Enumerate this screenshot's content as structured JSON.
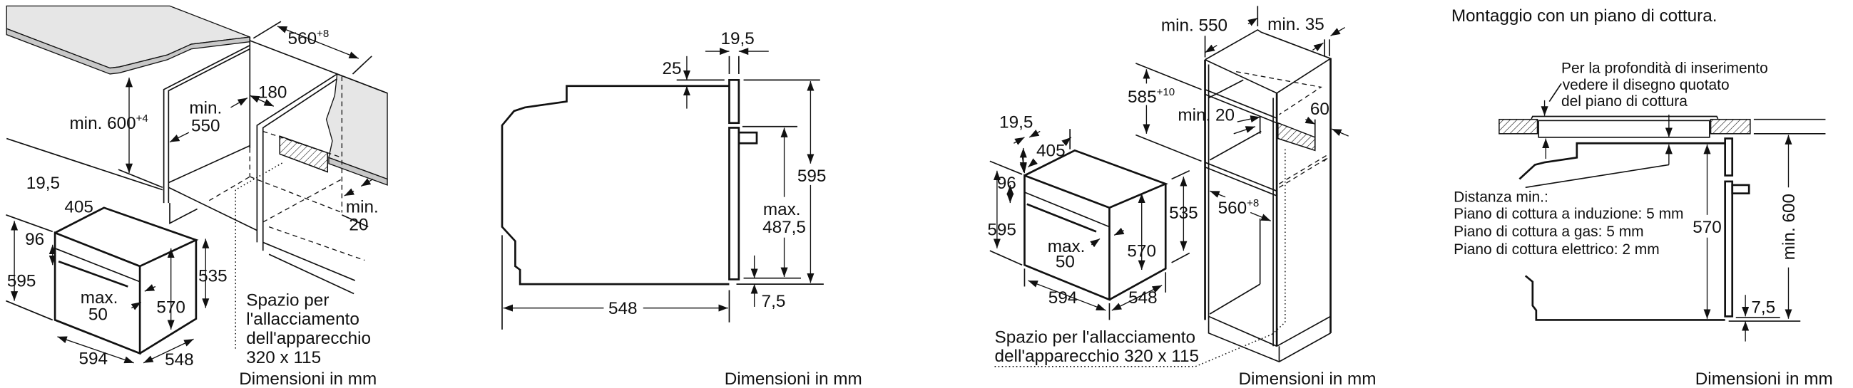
{
  "units_note": "Dimensioni in mm",
  "colors": {
    "line": "#111111",
    "worktop": "#e6e6e6",
    "worktop_edge": "#c8c8c8"
  },
  "panel1": {
    "d560": "560",
    "d560_tol": "+8",
    "d180": "180",
    "min550_a": "min.",
    "min550_b": "550",
    "min600": "min. 600",
    "min600_tol": "+4",
    "min20_a": "min.",
    "min20_b": "20",
    "d19_5": "19,5",
    "d405": "405",
    "d96": "96",
    "d595": "595",
    "max_a": "max.",
    "max_b": "50",
    "d570": "570",
    "d535": "535",
    "d594": "594",
    "d548": "548",
    "space": [
      "Spazio per",
      "l'allacciamento",
      "dell'apparecchio",
      "320 x 115"
    ],
    "units": "Dimensioni in mm"
  },
  "panel2": {
    "d19_5": "19,5",
    "d25": "25",
    "d595": "595",
    "max_a": "max.",
    "max_b": "487,5",
    "d7_5": "7,5",
    "d548": "548",
    "units": "Dimensioni in mm"
  },
  "panel3": {
    "min550": "min. 550",
    "min35": "min. 35",
    "d585": "585",
    "d585_tol": "+10",
    "min20": "min. 20",
    "d60": "60",
    "d560": "560",
    "d560_tol": "+8",
    "d19_5": "19,5",
    "d405": "405",
    "d96": "96",
    "d595": "595",
    "d535": "535",
    "max_a": "max.",
    "max_b": "50",
    "d570": "570",
    "d594": "594",
    "d548": "548",
    "space": [
      "Spazio per l'allacciamento",
      "dell'apparecchio 320 x 115"
    ],
    "units": "Dimensioni in mm"
  },
  "panel4": {
    "title": "Montaggio con un piano di cottura.",
    "note": [
      "Per la profondità di inserimento",
      "vedere il disegno quotato",
      "del piano di cottura"
    ],
    "distance": [
      "Distanza min.:",
      "Piano di cottura a induzione: 5 mm",
      "Piano di cottura a gas: 5 mm",
      "Piano di cottura elettrico: 2 mm"
    ],
    "d570": "570",
    "min600": "min. 600",
    "d7_5": "7,5",
    "units": "Dimensioni in mm"
  }
}
